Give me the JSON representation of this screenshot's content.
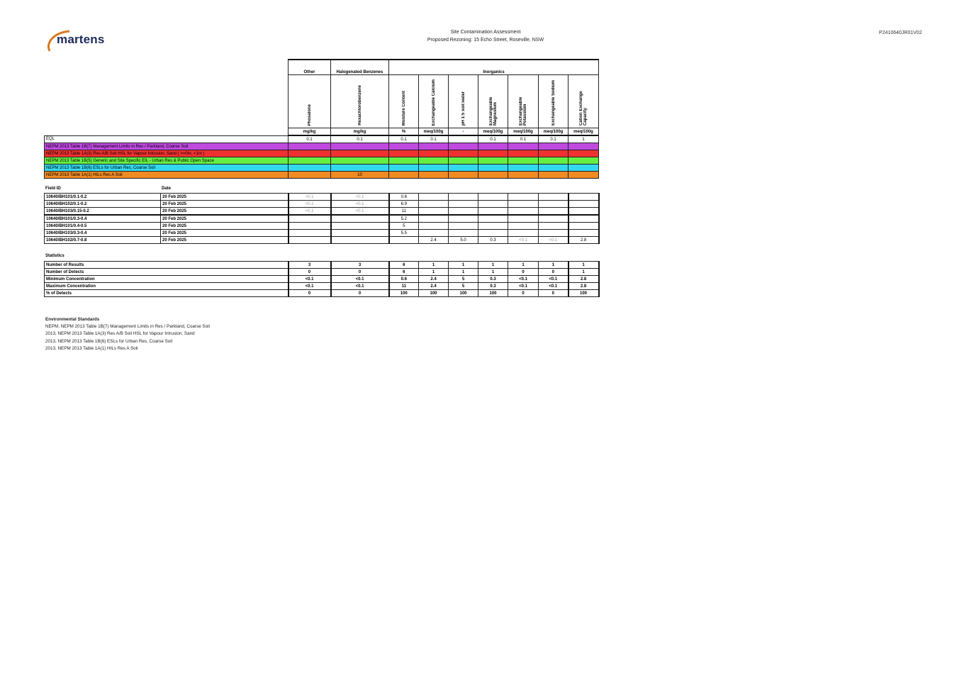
{
  "logo": "martens",
  "header": {
    "title": "Site Contamination Assessment",
    "subtitle": "Proposed Rezoning: 15   Echo Street, Roseville, NSW",
    "ref": "P2410640JR01V02"
  },
  "groups": [
    "Other",
    "Halogenated Benzenes",
    "Inorganics"
  ],
  "analytes": [
    "Phosalone",
    "Hexachlorobenzene",
    "Moisture Content",
    "Exchangeable Calcium",
    "pH 1:5 soil:water",
    "Exchangeable Magnesium",
    "Exchangeable Potassium",
    "Exchangeable Sodium",
    "Cation Exchange Capacity"
  ],
  "units": [
    "mg/kg",
    "mg/kg",
    "%",
    "meq/100g",
    "-",
    "meq/100g",
    "meq/100g",
    "meq/100g",
    "meq/100g"
  ],
  "eql": {
    "label": "EQL",
    "values": [
      "0.1",
      "0.1",
      "0.1",
      "0.1",
      "",
      "0.1",
      "0.1",
      "0.1",
      "1"
    ]
  },
  "standards": [
    {
      "label": "NEPM 2013 Table 1B(7) Management Limits in Res / Parkland, Coarse Soil",
      "color": "#c04ae0",
      "values": [
        "",
        "",
        "",
        "",
        "",
        "",
        "",
        "",
        ""
      ]
    },
    {
      "label": "NEPM 2013 Table 1A(3) Res A/B Soil HSL for Vapour Intrusion, Sand ( >=0m, <1m )",
      "color": "#f03030",
      "values": [
        "",
        "",
        "",
        "",
        "",
        "",
        "",
        "",
        ""
      ]
    },
    {
      "label": "NEPM 2013 Table 1B(5) Generic and Site Specific EIL - Urban Res & Public Open Space",
      "color": "#66ee44",
      "values": [
        "",
        "",
        "",
        "",
        "",
        "",
        "",
        "",
        ""
      ]
    },
    {
      "label": "NEPM 2013 Table 1B(6) ESLs for Urban Res, Coarse Soil",
      "color": "#33d8ee",
      "values": [
        "",
        "",
        "",
        "",
        "",
        "",
        "",
        "",
        ""
      ]
    },
    {
      "label": "NEPM 2013 Table 1A(1) HILs Res A Soil",
      "color": "#f08a22",
      "values": [
        "",
        "10",
        "",
        "",
        "",
        "",
        "",
        "",
        ""
      ]
    }
  ],
  "results": {
    "col_field": "Field ID",
    "col_date": "Date",
    "rows": [
      {
        "id": "10640/BH101/0.1-0.2",
        "date": "20 Feb 2025",
        "values": [
          "<0.1",
          "<0.1",
          "0.6",
          "",
          "",
          "",
          "",
          "",
          ""
        ]
      },
      {
        "id": "10640/BH102/0.1-0.2",
        "date": "20 Feb 2025",
        "values": [
          "<0.1",
          "<0.1",
          "6.9",
          "",
          "",
          "",
          "",
          "",
          ""
        ]
      },
      {
        "id": "10640/BH103/0.15-0.2",
        "date": "20 Feb 2025",
        "values": [
          "<0.1",
          "<0.1",
          "11",
          "",
          "",
          "",
          "",
          "",
          ""
        ]
      },
      {
        "id": "10640/BH101/0.3-0.4",
        "date": "20 Feb 2025",
        "values": [
          "",
          "",
          "5.2",
          "",
          "",
          "",
          "",
          "",
          ""
        ]
      },
      {
        "id": "10640/BH101/0.4-0.5",
        "date": "20 Feb 2025",
        "values": [
          "",
          "",
          "5",
          "",
          "",
          "",
          "",
          "",
          ""
        ]
      },
      {
        "id": "10640/BH103/0.3-0.4",
        "date": "20 Feb 2025",
        "values": [
          "",
          "",
          "5.5",
          "",
          "",
          "",
          "",
          "",
          ""
        ]
      },
      {
        "id": "10640/BH102/0.7-0.8",
        "date": "20 Feb 2025",
        "values": [
          "",
          "",
          "",
          "2.4",
          "5.0",
          "0.3",
          "<0.1",
          "<0.1",
          "2.8"
        ]
      }
    ]
  },
  "statistics": {
    "title": "Statistics",
    "rows": [
      {
        "label": "Number of Results",
        "values": [
          "3",
          "3",
          "6",
          "1",
          "1",
          "1",
          "1",
          "1",
          "1"
        ]
      },
      {
        "label": "Number of Detects",
        "values": [
          "0",
          "0",
          "6",
          "1",
          "1",
          "1",
          "0",
          "0",
          "1"
        ]
      },
      {
        "label": "Minimum Concentration",
        "values": [
          "<0.1",
          "<0.1",
          "0.6",
          "2.4",
          "5",
          "0.3",
          "<0.1",
          "<0.1",
          "2.8"
        ]
      },
      {
        "label": "Maximum Concentration",
        "values": [
          "<0.1",
          "<0.1",
          "11",
          "2.4",
          "5",
          "0.3",
          "<0.1",
          "<0.1",
          "2.8"
        ]
      },
      {
        "label": "% of Detects",
        "values": [
          "0",
          "0",
          "100",
          "100",
          "100",
          "100",
          "0",
          "0",
          "100"
        ]
      }
    ]
  },
  "env": {
    "title": "Environmental Standards",
    "lines": [
      "NEPM, NEPM 2013 Table 1B(7) Management Limits in Res / Parkland, Coarse Soil",
      "2013, NEPM 2013 Table 1A(3) Res A/B Soil HSL for Vapour Intrusion, Sand",
      "2013, NEPM 2013 Table 1B(6) ESLs for Urban Res, Coarse Soil",
      "2013, NEPM 2013 Table 1A(1) HILs Res A Soil"
    ]
  }
}
